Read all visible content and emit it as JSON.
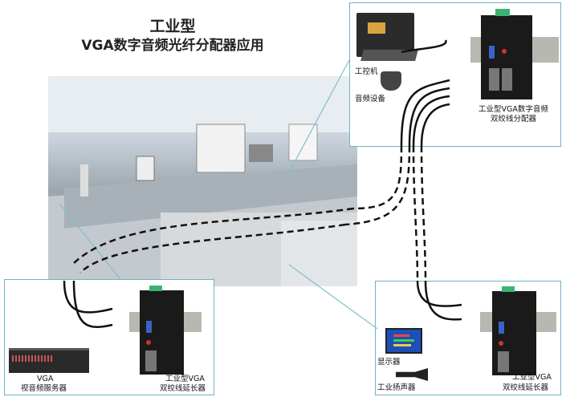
{
  "title": {
    "line1": "工业型",
    "line2": "VGA数字音频光纤分配器应用"
  },
  "top_right": {
    "ipc_label": "工控机",
    "audio_label": "音频设备",
    "device_label_1": "工业型VGA数字音频",
    "device_label_2": "双绞线分配器"
  },
  "bottom_left": {
    "server_label_1": "VGA",
    "server_label_2": "视音频服务器",
    "device_label_1": "工业型VGA",
    "device_label_2": "双绞线延长器"
  },
  "bottom_right": {
    "monitor_label": "显示器",
    "speaker_label": "工业扬声器",
    "device_label_1": "工业型VGA",
    "device_label_2": "双绞线延长器"
  },
  "colors": {
    "border": "#6fb3c4",
    "cable": "#111111",
    "device": "#1a1a1a",
    "terminal": "#3cb371"
  }
}
